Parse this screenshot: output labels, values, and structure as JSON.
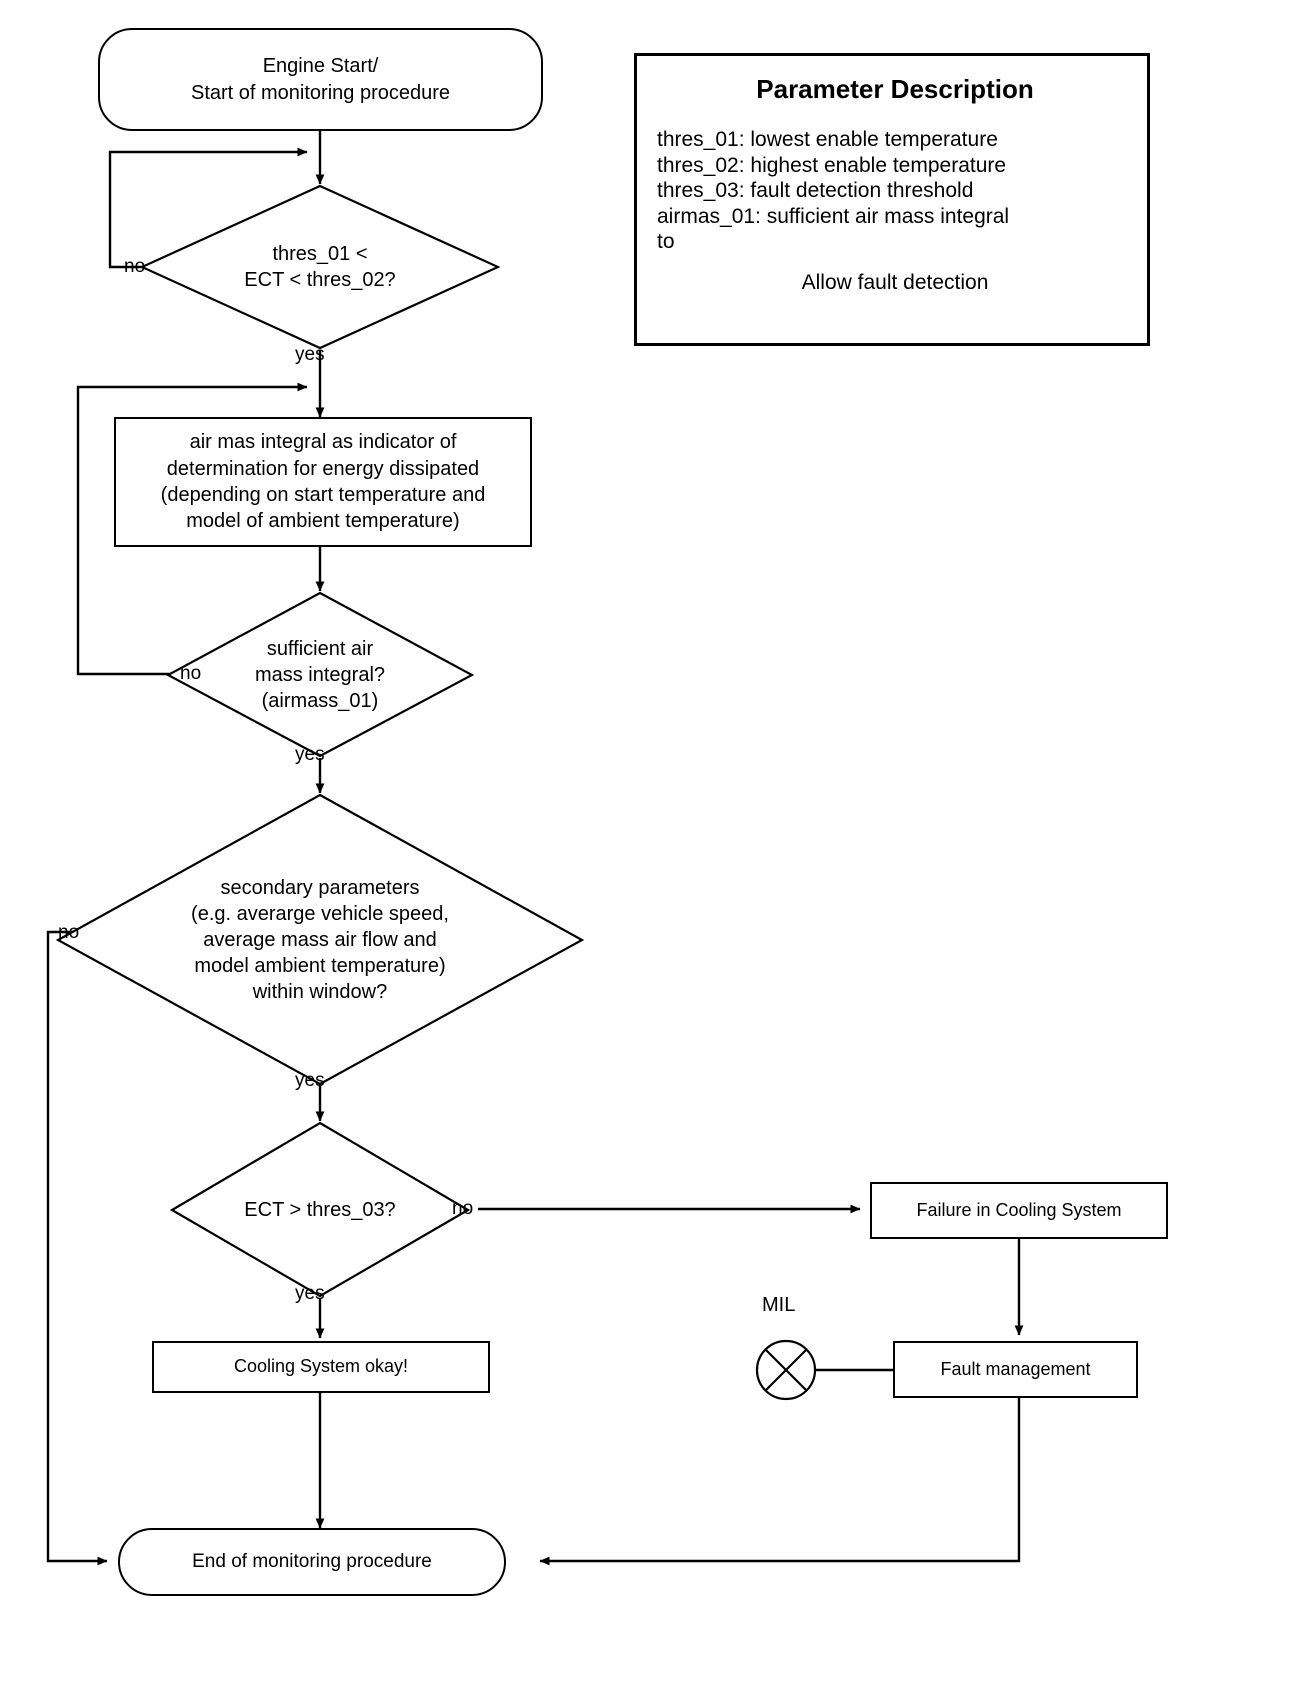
{
  "diagram": {
    "title": "Engine coolant monitoring procedure flowchart",
    "stroke_color": "#000000",
    "background_color": "#ffffff"
  },
  "nodes": {
    "start": {
      "type": "terminator",
      "line1": "Engine Start/",
      "line2": "Start of monitoring procedure"
    },
    "decision_ect_window": {
      "type": "decision",
      "line1": "thres_01 <",
      "line2": "ECT < thres_02?"
    },
    "process_air_mass": {
      "type": "process",
      "line1": "air mas integral as indicator of",
      "line2": "determination for energy dissipated",
      "line3": "(depending on start temperature and",
      "line4": "model of ambient temperature)"
    },
    "decision_air_mass": {
      "type": "decision",
      "line1": "sufficient air",
      "line2": "mass integral?",
      "line3": "(airmass_01)"
    },
    "decision_secondary": {
      "type": "decision",
      "line1": "secondary parameters",
      "line2": "(e.g. averarge vehicle speed,",
      "line3": "average mass air flow and",
      "line4": "model ambient temperature)",
      "line5": "within window?"
    },
    "decision_ect_thres03": {
      "type": "decision",
      "line1": "ECT > thres_03?"
    },
    "process_failure": {
      "type": "process",
      "label": "Failure in Cooling System"
    },
    "process_fault_mgmt": {
      "type": "process",
      "label": "Fault management"
    },
    "process_cooling_ok": {
      "type": "process",
      "label": "Cooling System okay!"
    },
    "end": {
      "type": "terminator",
      "label": "End of monitoring procedure"
    },
    "mil": {
      "type": "symbol",
      "label": "MIL"
    }
  },
  "edge_labels": {
    "ect_window_no": "no",
    "ect_window_yes": "yes",
    "air_mass_no": "no",
    "air_mass_yes": "yes",
    "secondary_no": "no",
    "secondary_yes": "yes",
    "thres03_no": "no",
    "thres03_yes": "yes"
  },
  "parameter_description": {
    "title": "Parameter Description",
    "lines": [
      "thres_01: lowest enable temperature",
      "thres_02: highest enable temperature",
      "thres_03: fault detection threshold",
      "airmas_01: sufficient air mass integral",
      "to"
    ],
    "footer": "Allow fault detection"
  }
}
